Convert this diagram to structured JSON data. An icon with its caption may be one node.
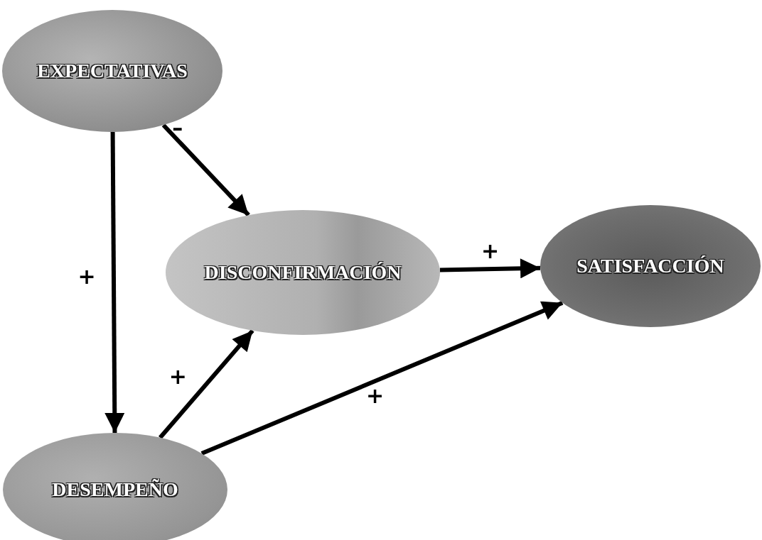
{
  "diagram": {
    "nodes": [
      {
        "text": [
          "EXPECTATIVAS"
        ]
      },
      {
        "text": [
          "DISCONFIRMACIÓN"
        ]
      },
      {
        "text": [
          "SATISFACCIÓN"
        ]
      },
      {
        "text": [
          "DESEMPEÑO"
        ]
      }
    ],
    "edges": [
      {
        "from": 0,
        "to": 3,
        "arrow": "to",
        "label": "+"
      },
      {
        "from": 0,
        "to": 1,
        "arrow": "to",
        "label": "–"
      },
      {
        "from": 1,
        "to": 2,
        "arrow": "to",
        "label": "+"
      },
      {
        "from": 3,
        "to": 1,
        "arrow": "to",
        "label": "+"
      },
      {
        "from": 3,
        "to": 2,
        "arrow": "to",
        "label": "+"
      }
    ]
  }
}
